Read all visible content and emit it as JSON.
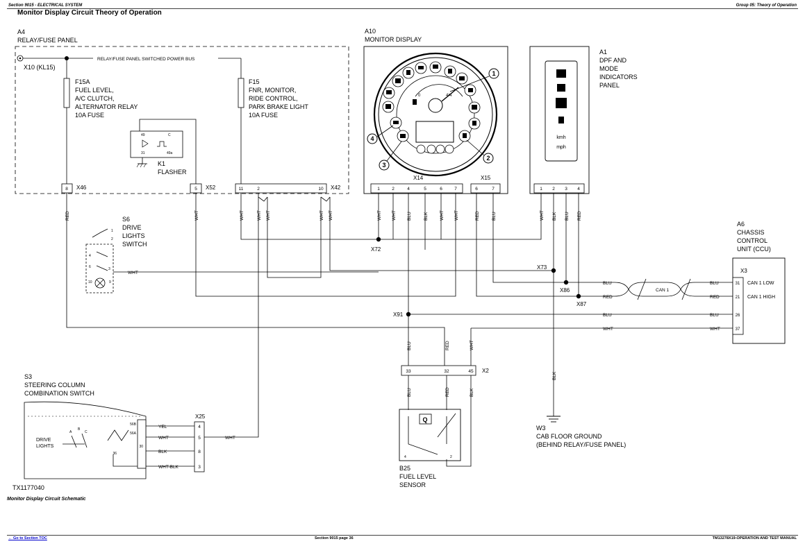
{
  "header": {
    "left": "Section 9015 - ELECTRICAL SYSTEM",
    "right": "Group 05: Theory of Operation"
  },
  "page_title": "Monitor Display Circuit Theory of Operation",
  "footer": {
    "left": "← Go to Section TOC",
    "center": "Section 9015 page 36",
    "right": "TM13278X19-OPERATION AND TEST MANUAL"
  },
  "figure": {
    "id": "TX1177040",
    "caption": "Monitor Display Circuit Schematic"
  },
  "components": {
    "a4": {
      "ref": "A4",
      "name": "RELAY/FUSE PANEL",
      "bus": "RELAY/FUSE PANEL SWITCHED POWER BUS",
      "x10": "X10 (KL15)"
    },
    "f15a": [
      "F15A",
      "FUEL LEVEL,",
      "A/C CLUTCH,",
      "ALTERNATOR RELAY",
      "10A FUSE"
    ],
    "f15": [
      "F15",
      "FNR, MONITOR,",
      "RIDE CONTROL,",
      "PARK BRAKE LIGHT",
      "10A FUSE"
    ],
    "k1": [
      "K1",
      "FLASHER"
    ],
    "a10": [
      "A10",
      "MONITOR DISPLAY"
    ],
    "a1": [
      "A1",
      "DPF AND",
      "MODE",
      "INDICATORS",
      "PANEL"
    ],
    "a6": [
      "A6",
      "CHASSIS",
      "CONTROL",
      "UNIT (CCU)"
    ],
    "s6": [
      "S6",
      "DRIVE",
      "LIGHTS",
      "SWITCH"
    ],
    "s3": [
      "S3",
      "STEERING COLUMN",
      "COMBINATION SWITCH"
    ],
    "b25": [
      "B25",
      "FUEL LEVEL",
      "SENSOR"
    ],
    "w3": [
      "W3",
      "CAB FLOOR GROUND",
      "(BEHIND RELAY/FUSE PANEL)"
    ],
    "drive_lights": [
      "DRIVE",
      "LIGHTS"
    ],
    "a1_units": [
      "kmh",
      "mph"
    ],
    "k1_pins": [
      "49",
      "C",
      "31",
      "49a"
    ]
  },
  "connectors": {
    "x46": {
      "label": "X46",
      "pins": [
        "8"
      ]
    },
    "x52": {
      "label": "X52",
      "pins": [
        "5"
      ]
    },
    "x42": {
      "label": "X42",
      "pins": [
        "11",
        "2",
        "10"
      ]
    },
    "x14": {
      "label": "X14",
      "pins": [
        "1",
        "2",
        "4",
        "5",
        "6",
        "7"
      ]
    },
    "x15": {
      "label": "X15",
      "pins": [
        "6",
        "7"
      ]
    },
    "a1": {
      "pins": [
        "1",
        "2",
        "3",
        "4"
      ]
    },
    "x3": {
      "label": "X3",
      "pins": [
        "31",
        "21",
        "26",
        "37"
      ],
      "names": [
        "CAN 1 LOW",
        "CAN 1 HIGH"
      ]
    },
    "x2": {
      "label": "X2",
      "pins": [
        "33",
        "32",
        "45"
      ]
    },
    "x25": {
      "label": "X25",
      "pins": [
        "4",
        "5",
        "8",
        "3"
      ]
    },
    "s6_pins": [
      "1",
      "2",
      "4",
      "6",
      "3",
      "10",
      "9"
    ],
    "s3_pins": [
      "56B",
      "56A",
      "30",
      "36"
    ],
    "s3_switch": [
      "A",
      "B",
      "C"
    ],
    "b25_pins": [
      "4",
      "2"
    ]
  },
  "splices": [
    "X72",
    "X73",
    "X86",
    "X87",
    "X91"
  ],
  "wires": {
    "red": "RED",
    "wht": "WHT",
    "blu": "BLU",
    "blk": "BLK",
    "yel": "YEL",
    "wht_blk": "WHT-BLK",
    "can1": "CAN 1"
  },
  "callouts": [
    "1",
    "2",
    "3",
    "4"
  ],
  "gauge": {
    "scale": [
      "0",
      "4/4"
    ]
  }
}
